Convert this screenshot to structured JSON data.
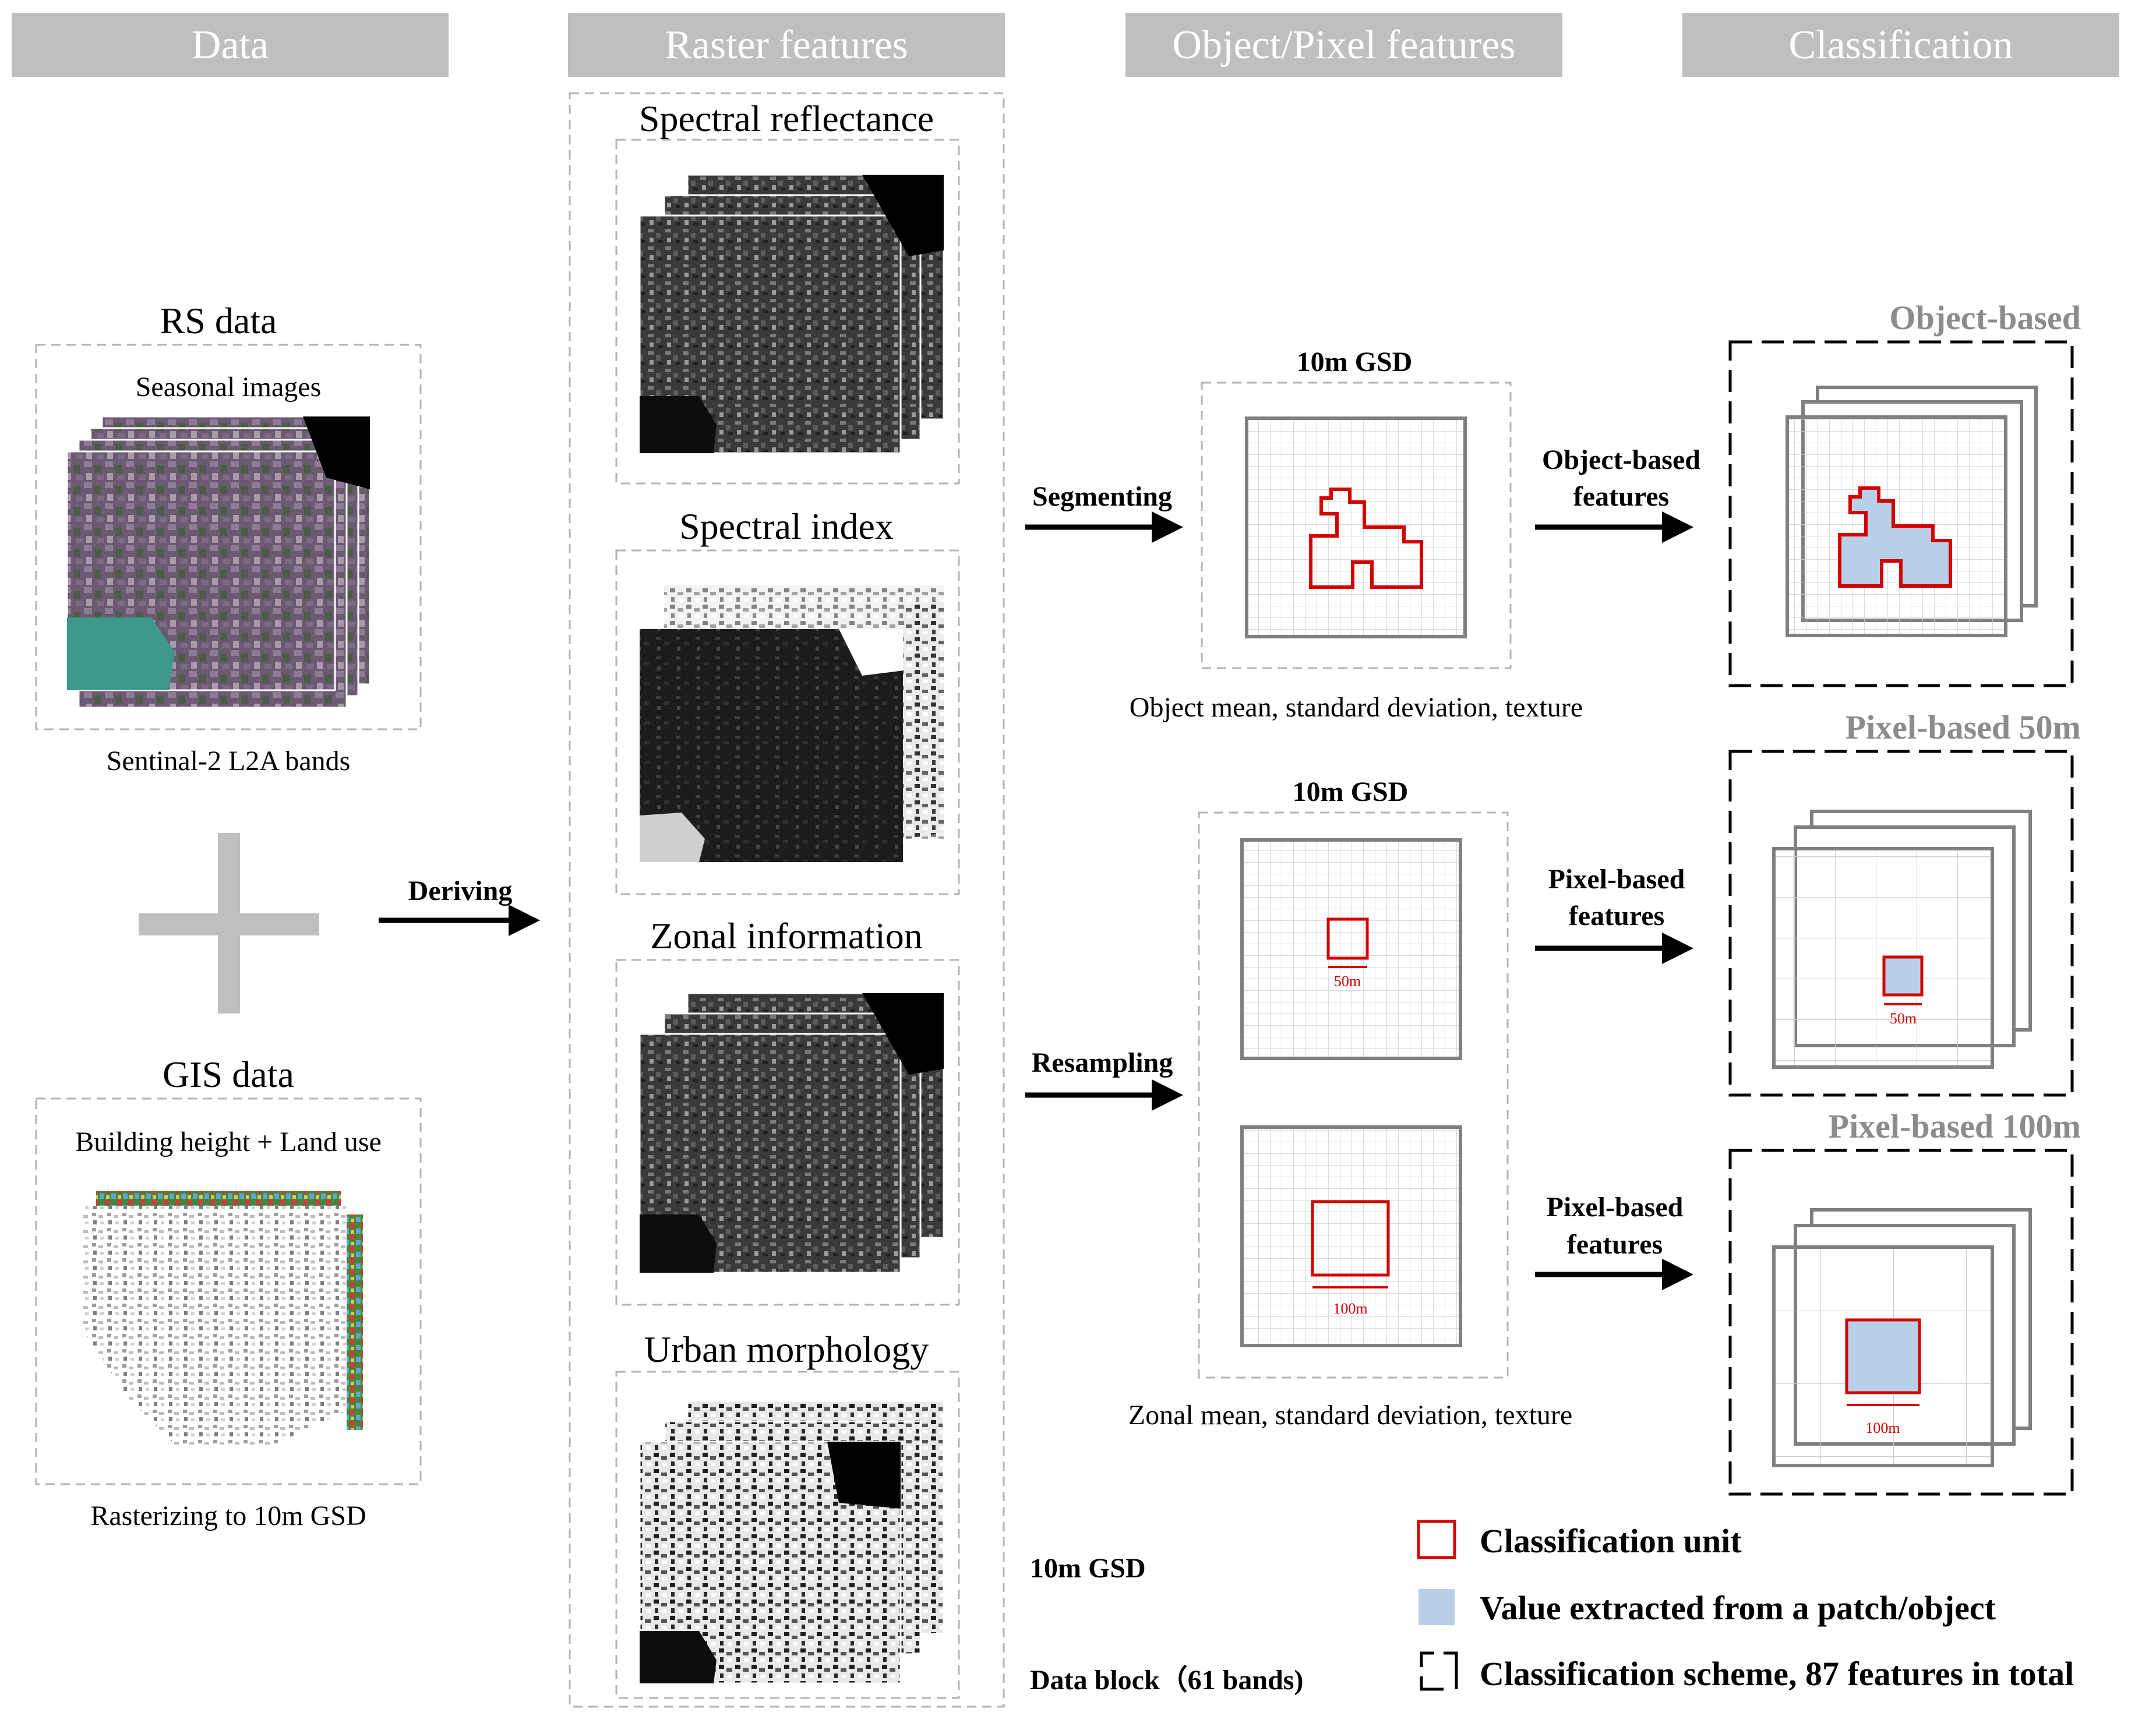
{
  "headers": {
    "data": "Data",
    "raster": "Raster features",
    "object_pixel": "Object/Pixel features",
    "classification": "Classification"
  },
  "rs": {
    "title": "RS data",
    "subtitle": "Seasonal images",
    "caption": "Sentinal-2 L2A bands"
  },
  "gis": {
    "title": "GIS data",
    "subtitle": "Building height + Land use",
    "caption": "Rasterizing to 10m GSD"
  },
  "arrows": {
    "deriving": "Deriving",
    "segmenting": "Segmenting",
    "resampling": "Resampling",
    "object_features_1": "Object-based",
    "object_features_2": "features",
    "pixel_features_1": "Pixel-based",
    "pixel_features_2": "features"
  },
  "raster": {
    "spectral_reflectance": "Spectral reflectance",
    "spectral_index": "Spectral index",
    "zonal_information": "Zonal information",
    "urban_morphology": "Urban morphology"
  },
  "object_pixel": {
    "gsd_label": "10m GSD",
    "object_caption": "Object mean, standard deviation, texture",
    "zonal_caption": "Zonal mean, standard deviation, texture",
    "label_50m": "50m",
    "label_100m": "100m"
  },
  "classification": {
    "object_based": "Object-based",
    "pixel_50": "Pixel-based 50m",
    "pixel_100": "Pixel-based 100m"
  },
  "bottom": {
    "gsd": "10m GSD",
    "data_block": "Data block（61 bands)"
  },
  "legend": {
    "unit": "Classification unit",
    "value": "Value extracted from a patch/object",
    "scheme": "Classification scheme, 87 features in total"
  },
  "colors": {
    "header_bg": "#bfbfbf",
    "red": "#d40000",
    "fill_blue": "#b8cfe8",
    "grey_text": "#8c8c8c",
    "dash": "#b3b3b3"
  }
}
